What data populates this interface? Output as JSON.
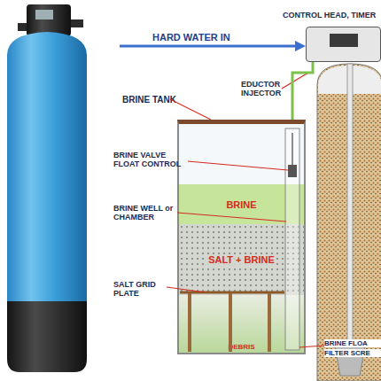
{
  "diagram": {
    "nodes": [
      {
        "text": [
          "BRINE TANK"
        ]
      },
      {
        "text": [
          "BRINE"
        ],
        "in": 0
      },
      {
        "text": [
          "SALT + BRINE"
        ],
        "in": 0
      },
      {
        "text": [
          "DEBRIS"
        ],
        "in": 0
      },
      {
        "text": [
          "CONTROL HEAD, TIMER"
        ]
      }
    ],
    "edges": [
      {
        "from": 0,
        "to": 4,
        "arrow": "none"
      }
    ],
    "labels": [
      "HARD WATER IN",
      "EDUCTOR INJECTOR",
      "BRINE VALVE FLOAT CONTROL",
      "BRINE WELL or CHAMBER",
      "SALT GRID PLATE",
      "BRINE FLOA",
      "FILTER SCRE"
    ]
  }
}
